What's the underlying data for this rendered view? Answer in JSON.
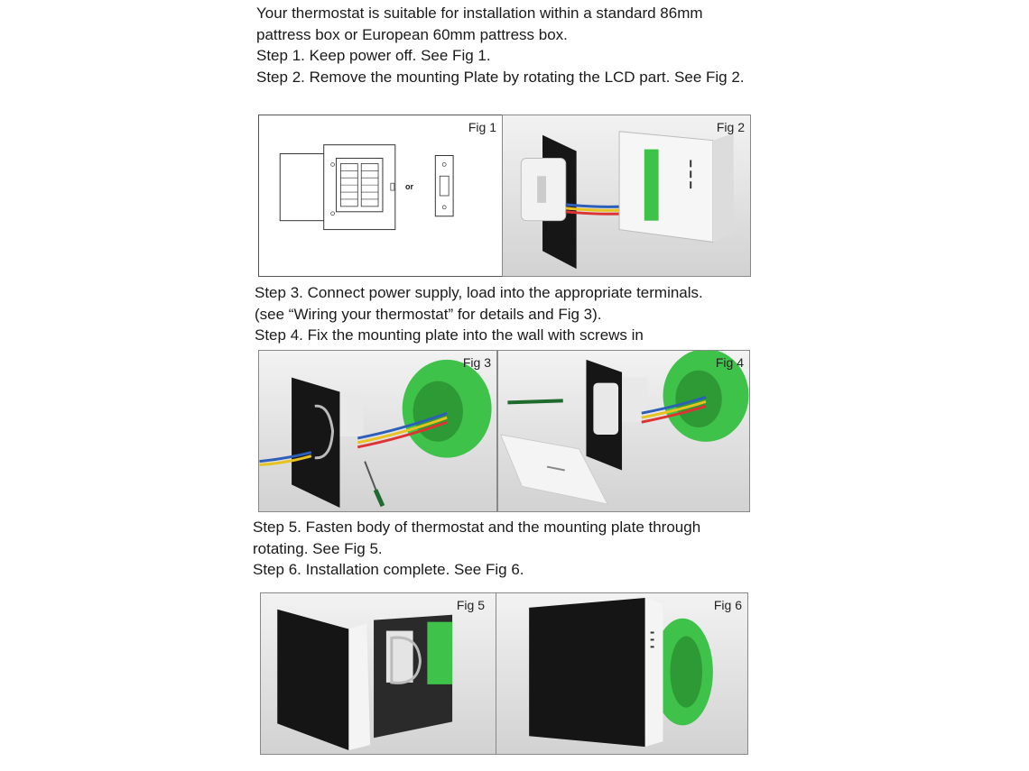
{
  "intro": [
    "Your thermostat is suitable for installation within a standard 86mm",
    "pattress box or European 60mm pattress box.",
    "Step 1. Keep power off. See Fig 1.",
    "Step 2. Remove the mounting Plate by rotating the LCD part. See Fig 2."
  ],
  "block2": [
    "Step 3. Connect power supply, load into the appropriate terminals.",
    "(see “Wiring your thermostat” for details and Fig 3).",
    "Step 4. Fix the mounting plate into the wall with screws in"
  ],
  "block3": [
    "Step 5. Fasten body of thermostat and the mounting plate through",
    "rotating. See Fig 5.",
    "Step 6. Installation complete. See Fig 6."
  ],
  "figures": {
    "fig1": "Fig 1",
    "fig1_or": "or",
    "fig2": "Fig 2",
    "fig3": "Fig 3",
    "fig4": "Fig 4",
    "fig5": "Fig 5",
    "fig6": "Fig 6"
  },
  "colors": {
    "panel_black": "#151515",
    "box_green": "#3fc24a",
    "frame_white": "#f4f4f4",
    "wire_red": "#d33",
    "wire_yellow": "#e8c21e",
    "wire_blue": "#2d5fb8"
  }
}
